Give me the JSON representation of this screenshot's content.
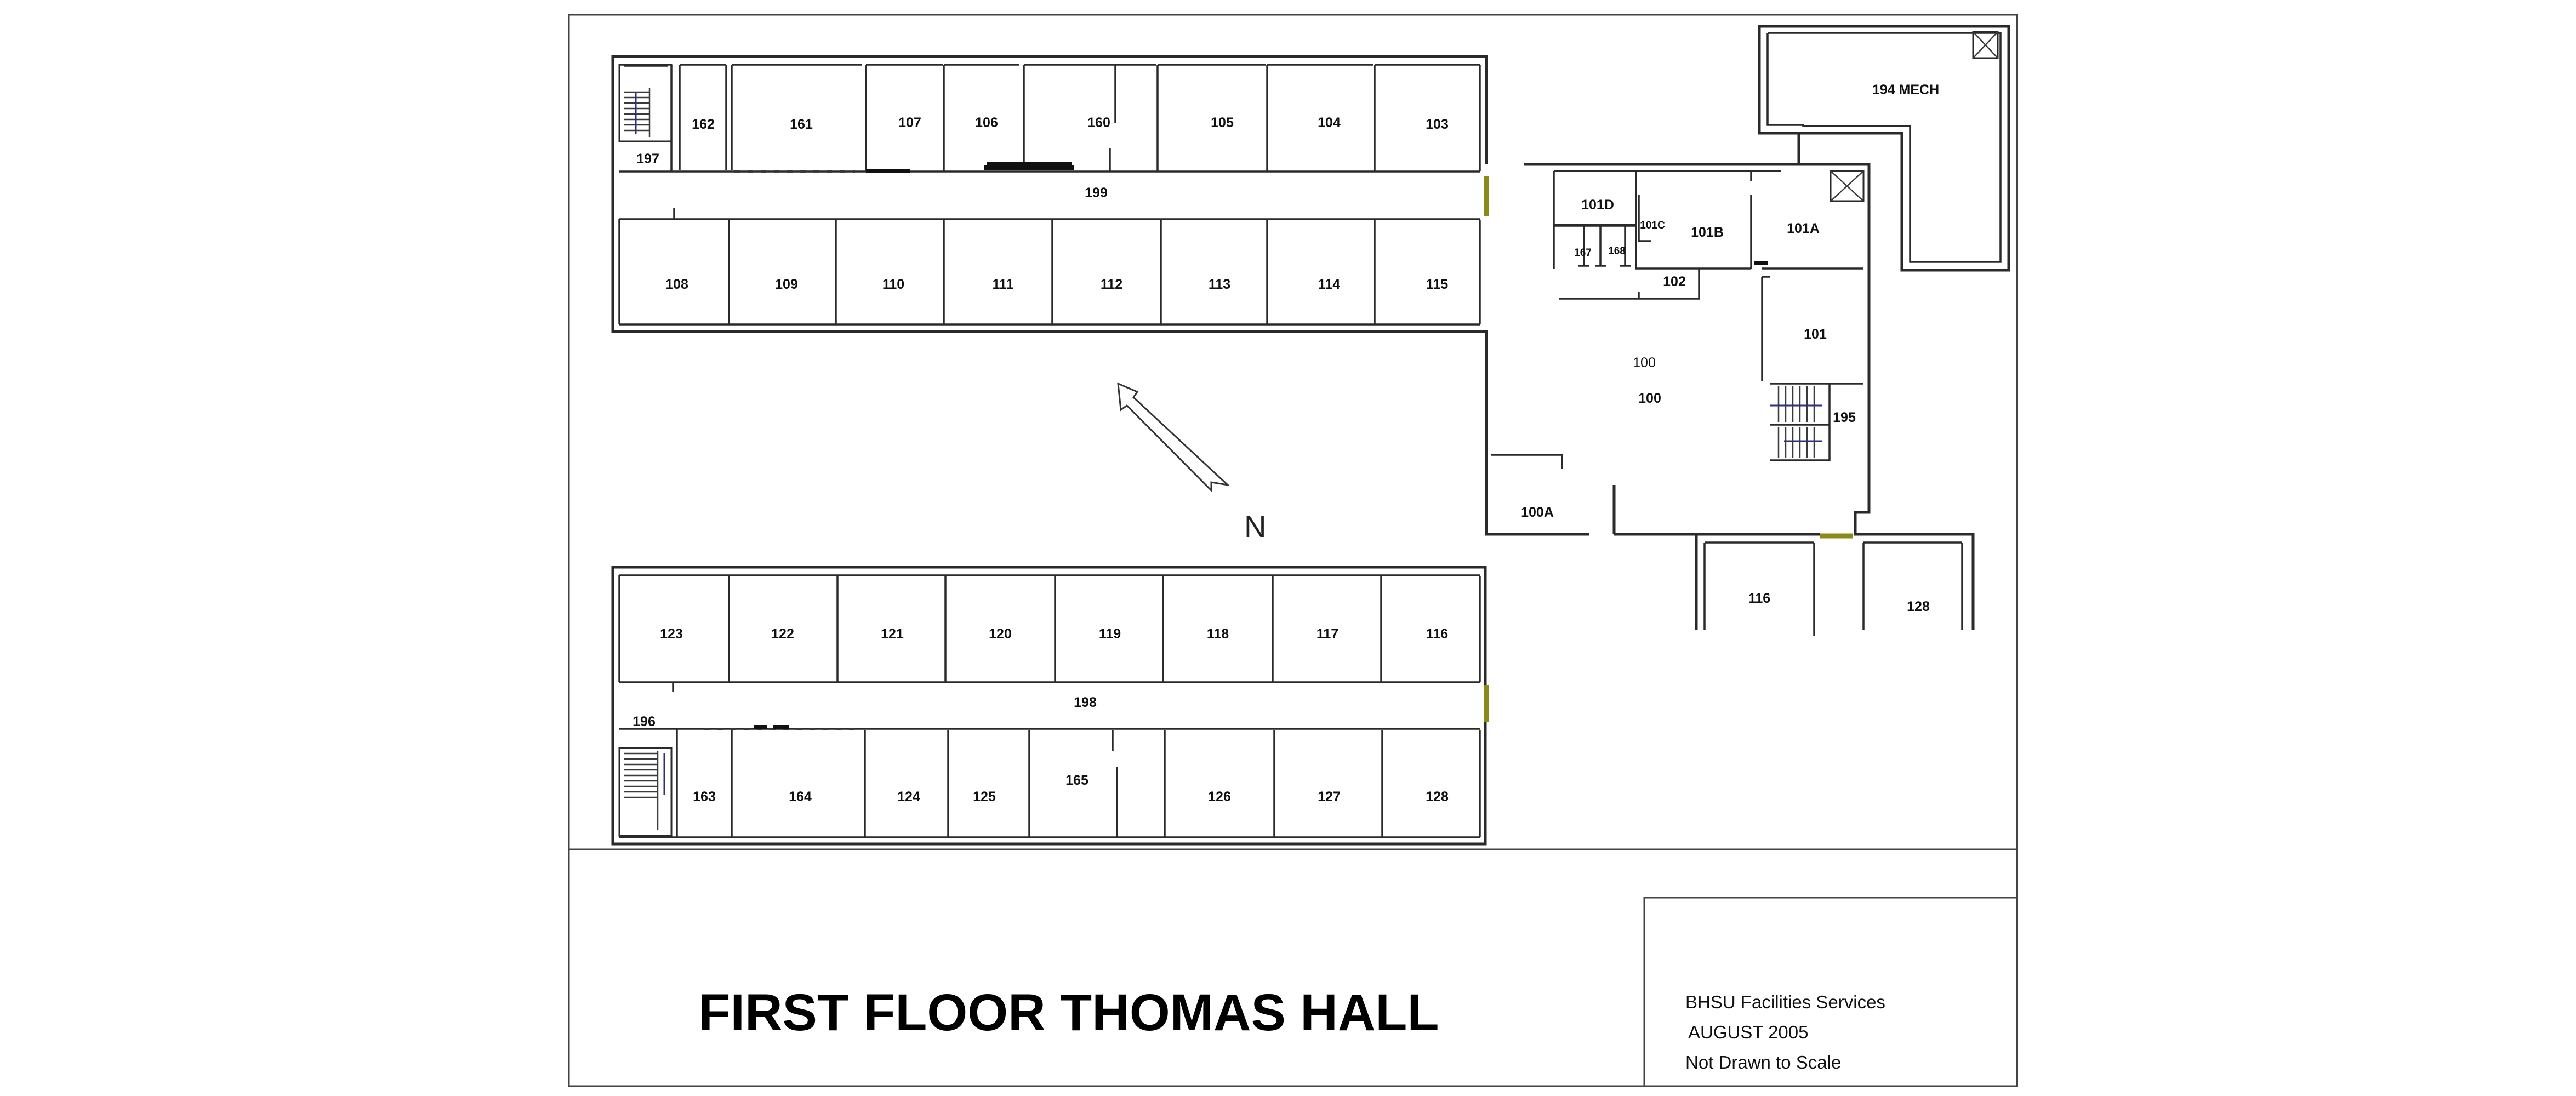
{
  "title": "FIRST FLOOR THOMAS HALL",
  "info": {
    "line1": "BHSU Facilities Services",
    "line2": "AUGUST 2005",
    "line3": "Not Drawn to Scale"
  },
  "north": "N",
  "rooms": {
    "r162": "162",
    "r161": "161",
    "r107": "107",
    "r106": "106",
    "r160": "160",
    "r105": "105",
    "r104": "104",
    "r103": "103",
    "r197": "197",
    "r199": "199",
    "r108": "108",
    "r109": "109",
    "r110": "110",
    "r111": "111",
    "r112": "112",
    "r113": "113",
    "r114": "114",
    "r115": "115",
    "r194": "194 MECH",
    "r101D": "101D",
    "r101C": "101C",
    "r101B": "101B",
    "r101A": "101A",
    "r167": "167",
    "r168": "168",
    "r102": "102",
    "r100a": "100",
    "r100b": "100",
    "r101": "101",
    "r195": "195",
    "r100A": "100A",
    "r116e": "116",
    "r128e": "128",
    "r123": "123",
    "r122": "122",
    "r121": "121",
    "r120": "120",
    "r119": "119",
    "r118": "118",
    "r117": "117",
    "r116": "116",
    "r196": "196",
    "r198": "198",
    "r163": "163",
    "r164": "164",
    "r124": "124",
    "r125": "125",
    "r165": "165",
    "r126": "126",
    "r127": "127",
    "r128": "128"
  }
}
